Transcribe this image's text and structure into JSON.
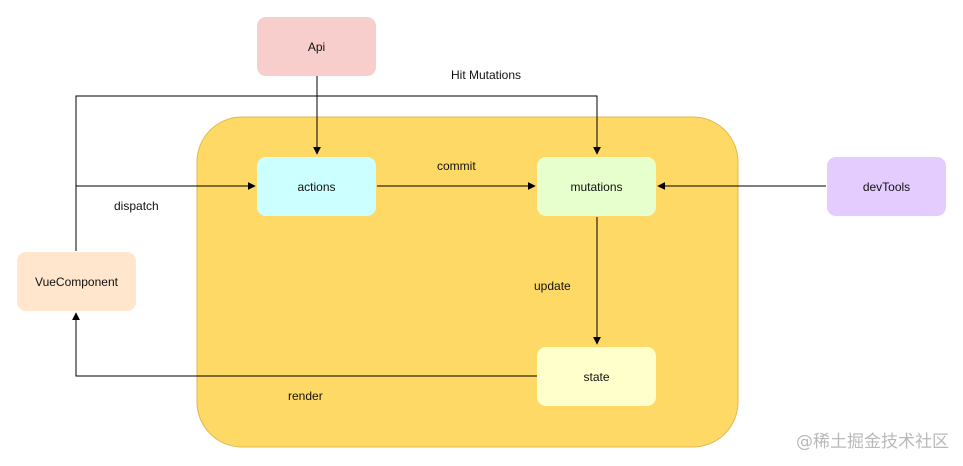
{
  "nodes": {
    "api": {
      "label": "Api",
      "color": "#f8cecc"
    },
    "actions": {
      "label": "actions",
      "color": "#ccffff"
    },
    "mutations": {
      "label": "mutations",
      "color": "#e6ffcc"
    },
    "devtools": {
      "label": "devTools",
      "color": "#e5ccff"
    },
    "vuecomponent": {
      "label": "VueComponent",
      "color": "#ffe6cc"
    },
    "state": {
      "label": "state",
      "color": "#ffffcc"
    }
  },
  "store_container_color": "#ffd966",
  "edges": {
    "hit_mutations": "Hit Mutations",
    "commit": "commit",
    "dispatch": "dispatch",
    "update": "update",
    "render": "render"
  },
  "watermark": "@稀土掘金技术社区"
}
